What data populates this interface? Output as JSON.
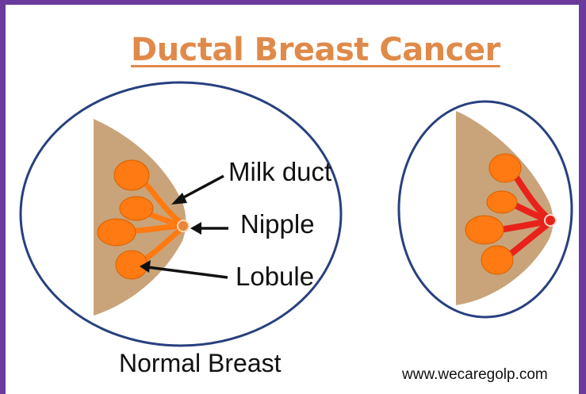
{
  "title": "Ductal Breast Cancer",
  "labels": {
    "milk_duct": "Milk duct",
    "nipple": "Nipple",
    "lobule": "Lobule"
  },
  "caption": "Normal Breast",
  "source": "www.wecaregolp.com",
  "colors": {
    "border": "#6a3a9c",
    "title": "#e08a4a",
    "circle_outline": "#27407f",
    "breast_tissue": "#c9a47a",
    "lobule_normal": "#ff7a12",
    "duct_cancer": "#e8221a"
  }
}
